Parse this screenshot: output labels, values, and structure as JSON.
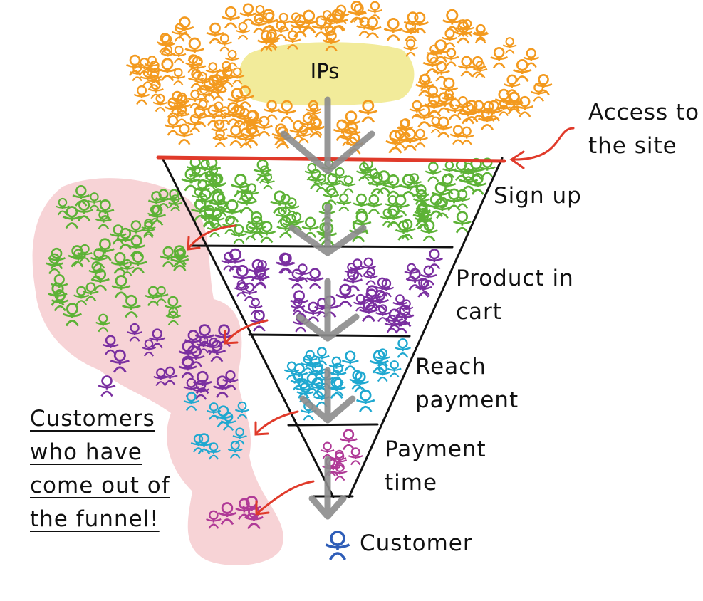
{
  "top_label": "IPs",
  "stages": [
    {
      "label_lines": [
        "Access to",
        "the site"
      ]
    },
    {
      "label_lines": [
        "Sign up"
      ]
    },
    {
      "label_lines": [
        "Product in",
        "cart"
      ]
    },
    {
      "label_lines": [
        "Reach",
        "payment"
      ]
    },
    {
      "label_lines": [
        "Payment",
        "time"
      ]
    }
  ],
  "end_label": "Customer",
  "dropout_note_lines": [
    "Customers",
    "who have",
    "come out of",
    "the funnel!"
  ],
  "colors": {
    "ips_people": "#F39A1F",
    "signup_people": "#5DB236",
    "cart_people": "#7A2FA0",
    "payment_people": "#1FA8D0",
    "paytime_people": "#B03A97",
    "customer": "#2E5DB8",
    "ips_blob": "#F2EB9A",
    "dropout_blob": "#F7D3D6",
    "rim_line": "#E03A2A",
    "red_arrow": "#E03A2A",
    "flow_arrow": "#8C8C8C"
  },
  "icons": [
    "person-icon",
    "down-arrow-icon",
    "curved-arrow-icon"
  ]
}
